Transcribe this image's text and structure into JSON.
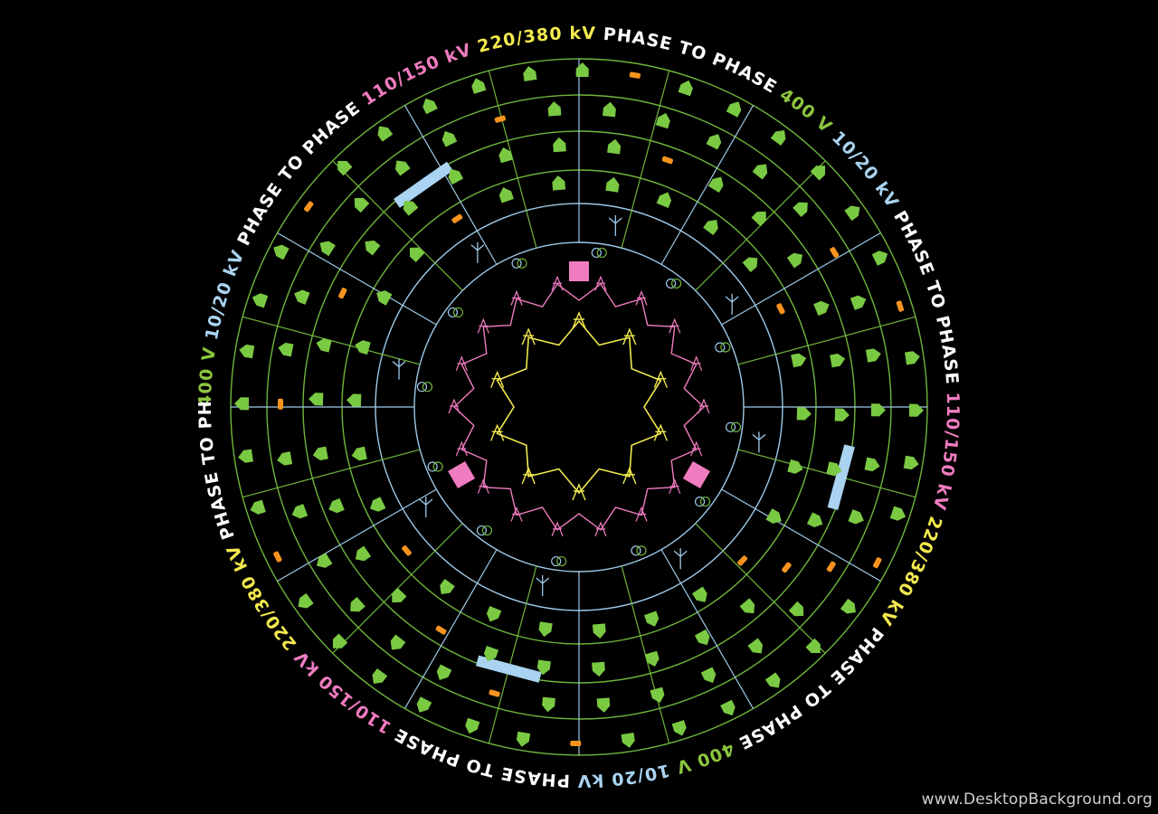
{
  "labels": {
    "phase_to_phase": "PHASE TO PHASE",
    "v400": "400 V",
    "kv10_20": "10/20 kV",
    "kv110_150": "110/150 kV",
    "kv220_380": "220/380 kV"
  },
  "ring_text_sequence": [
    {
      "key": "v400",
      "color": "green"
    },
    {
      "key": "kv10_20",
      "color": "blue"
    },
    {
      "key": "phase_to_phase",
      "color": "white"
    },
    {
      "key": "kv110_150",
      "color": "pink"
    },
    {
      "key": "kv220_380",
      "color": "yellow"
    },
    {
      "key": "phase_to_phase",
      "color": "white"
    },
    {
      "key": "v400",
      "color": "green"
    },
    {
      "key": "kv10_20",
      "color": "blue"
    },
    {
      "key": "phase_to_phase",
      "color": "white"
    },
    {
      "key": "kv110_150",
      "color": "pink"
    },
    {
      "key": "kv220_380",
      "color": "yellow"
    },
    {
      "key": "phase_to_phase",
      "color": "white"
    },
    {
      "key": "v400",
      "color": "green"
    },
    {
      "key": "kv10_20",
      "color": "blue"
    },
    {
      "key": "phase_to_phase",
      "color": "white"
    },
    {
      "key": "kv110_150",
      "color": "pink"
    },
    {
      "key": "kv220_380",
      "color": "yellow"
    },
    {
      "key": "phase_to_phase",
      "color": "white"
    }
  ],
  "colors": {
    "background": "#000000",
    "white": "#ffffff",
    "green": "#8cc63f",
    "house_green": "#7ac943",
    "blue": "#a9d3f0",
    "pink": "#f07cc0",
    "yellow": "#f2e94e",
    "orange": "#f7931e",
    "line_green": "#6fb53a",
    "line_blue": "#9ec9e8",
    "watermark": "#cfcfcf"
  },
  "legend": {
    "high_voltage_ring": "220/380 kV",
    "transmission_ring": "110/150 kV",
    "distribution_ring": "10/20 kV",
    "low_voltage_ring": "400 V"
  },
  "watermark_text": "www.DesktopBackground.org"
}
